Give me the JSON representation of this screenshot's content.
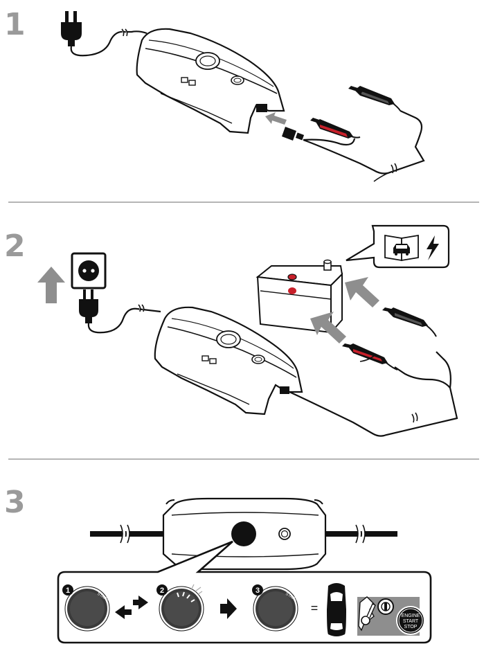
{
  "steps": [
    {
      "number": "1"
    },
    {
      "number": "2"
    },
    {
      "number": "3"
    }
  ],
  "step3": {
    "badges": [
      "1",
      "2",
      "3"
    ],
    "knob_label": "START",
    "equals": "=",
    "engine_button": {
      "line1": "ENGINE",
      "line2": "START",
      "line3": "STOP"
    }
  },
  "colors": {
    "clamp_red": "#c8202a",
    "line": "#111111",
    "arrow_grey": "#8e8e8e",
    "step_number": "#9a9a9a"
  }
}
